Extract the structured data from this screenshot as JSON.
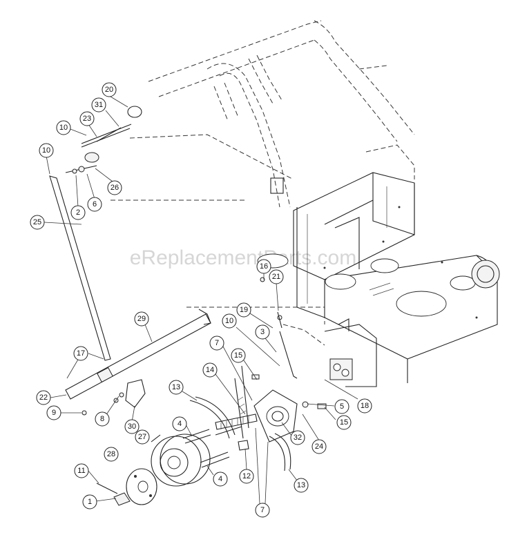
{
  "watermark": "eReplacementParts.com",
  "callouts": [
    {
      "id": "c20",
      "label": "20"
    },
    {
      "id": "c31",
      "label": "31"
    },
    {
      "id": "c23",
      "label": "23"
    },
    {
      "id": "c10a",
      "label": "10"
    },
    {
      "id": "c10b",
      "label": "10"
    },
    {
      "id": "c26",
      "label": "26"
    },
    {
      "id": "c6",
      "label": "6"
    },
    {
      "id": "c2",
      "label": "2"
    },
    {
      "id": "c25",
      "label": "25"
    },
    {
      "id": "c16",
      "label": "16"
    },
    {
      "id": "c21",
      "label": "21"
    },
    {
      "id": "c19",
      "label": "19"
    },
    {
      "id": "c10c",
      "label": "10"
    },
    {
      "id": "c3",
      "label": "3"
    },
    {
      "id": "c29",
      "label": "29"
    },
    {
      "id": "c17",
      "label": "17"
    },
    {
      "id": "c7a",
      "label": "7"
    },
    {
      "id": "c15a",
      "label": "15"
    },
    {
      "id": "c14",
      "label": "14"
    },
    {
      "id": "c13a",
      "label": "13"
    },
    {
      "id": "c22",
      "label": "22"
    },
    {
      "id": "c9",
      "label": "9"
    },
    {
      "id": "c8",
      "label": "8"
    },
    {
      "id": "c30",
      "label": "30"
    },
    {
      "id": "c18",
      "label": "18"
    },
    {
      "id": "c5",
      "label": "5"
    },
    {
      "id": "c15b",
      "label": "15"
    },
    {
      "id": "c4a",
      "label": "4"
    },
    {
      "id": "c27",
      "label": "27"
    },
    {
      "id": "c24",
      "label": "24"
    },
    {
      "id": "c32",
      "label": "32"
    },
    {
      "id": "c28",
      "label": "28"
    },
    {
      "id": "c12",
      "label": "12"
    },
    {
      "id": "c4b",
      "label": "4"
    },
    {
      "id": "c11",
      "label": "11"
    },
    {
      "id": "c13b",
      "label": "13"
    },
    {
      "id": "c7b",
      "label": "7"
    },
    {
      "id": "c1",
      "label": "1"
    }
  ]
}
